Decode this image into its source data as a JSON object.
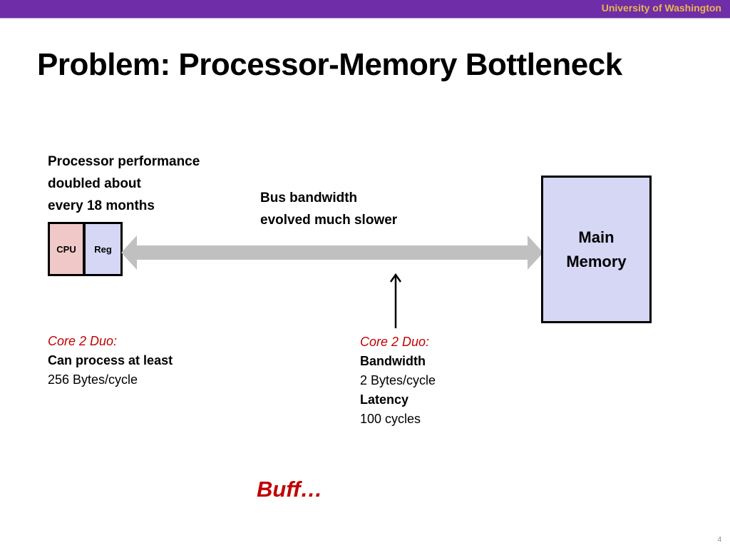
{
  "header": {
    "institution": "University of Washington",
    "bar_color": "#6f2da8",
    "institution_color": "#e8b64f"
  },
  "slide": {
    "title": "Problem: Processor-Memory Bottleneck",
    "page_number": "4"
  },
  "processor_note": {
    "lines": [
      "Processor performance",
      "doubled about",
      "every 18 months"
    ]
  },
  "bus_note": {
    "lines": [
      "Bus bandwidth",
      "evolved much slower"
    ]
  },
  "diagram": {
    "cpu_label": "CPU",
    "reg_label": "Reg",
    "memory_lines": [
      "Main",
      "Memory"
    ],
    "colors": {
      "cpu": "#f0c8c8",
      "reg": "#d6d6f5",
      "memory": "#d6d6f5",
      "bus_arrow": "#c0c0c0"
    }
  },
  "cpu_info": {
    "heading": "Core 2 Duo:",
    "line1": "Can process at least",
    "line2": "256 Bytes/cycle"
  },
  "bus_info": {
    "heading": "Core 2 Duo:",
    "bandwidth_label": "Bandwidth",
    "bandwidth_value": "2 Bytes/cycle",
    "latency_label": "Latency",
    "latency_value": "100 cycles"
  },
  "footer_text": "Buff…",
  "accent_red": "#c00000"
}
